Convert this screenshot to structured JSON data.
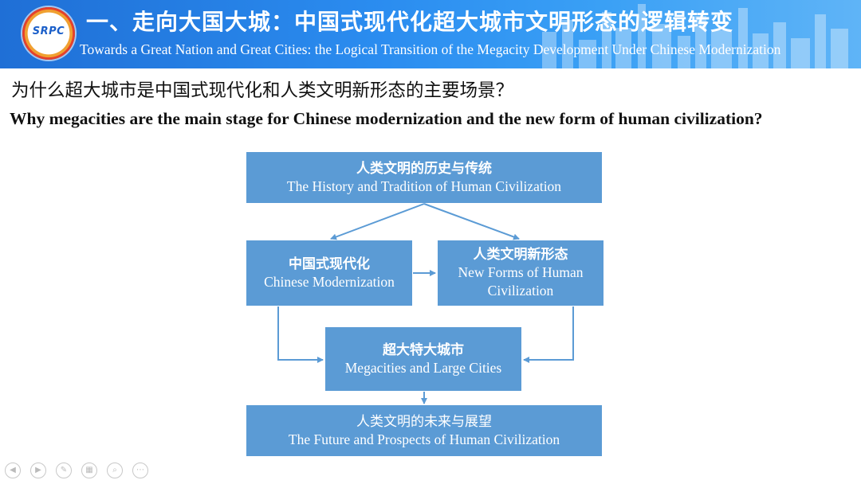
{
  "header": {
    "logo_text": "SRPC",
    "title_cn": "一、走向大国大城：中国式现代化超大城市文明形态的逻辑转变",
    "title_en": "Towards a Great Nation and Great Cities: the Logical Transition of the Megacity Development Under Chinese Modernization",
    "colors": {
      "band": "#2b8df0",
      "text": "#ffffff"
    }
  },
  "question": {
    "cn": "为什么超大城市是中国式现代化和人类文明新形态的主要场景？",
    "en": "Why megacities are the main stage for Chinese modernization and the new form of human civilization?"
  },
  "diagram": {
    "box_color": "#5b9bd5",
    "arrow_color": "#5b9bd5",
    "nodes": {
      "history": {
        "cn": "人类文明的历史与传统",
        "en": "The History and Tradition of Human Civilization"
      },
      "modern": {
        "cn": "中国式现代化",
        "en": "Chinese Modernization"
      },
      "newform": {
        "cn": "人类文明新形态",
        "en": "New Forms of Human Civilization"
      },
      "mega": {
        "cn": "超大特大城市",
        "en": "Megacities and Large Cities"
      },
      "future": {
        "cn": "人类文明的未来与展望",
        "en": "The Future and Prospects of Human Civilization"
      }
    }
  },
  "controls": [
    "prev-icon",
    "next-icon",
    "pen-icon",
    "slides-icon",
    "zoom-icon",
    "more-icon"
  ]
}
